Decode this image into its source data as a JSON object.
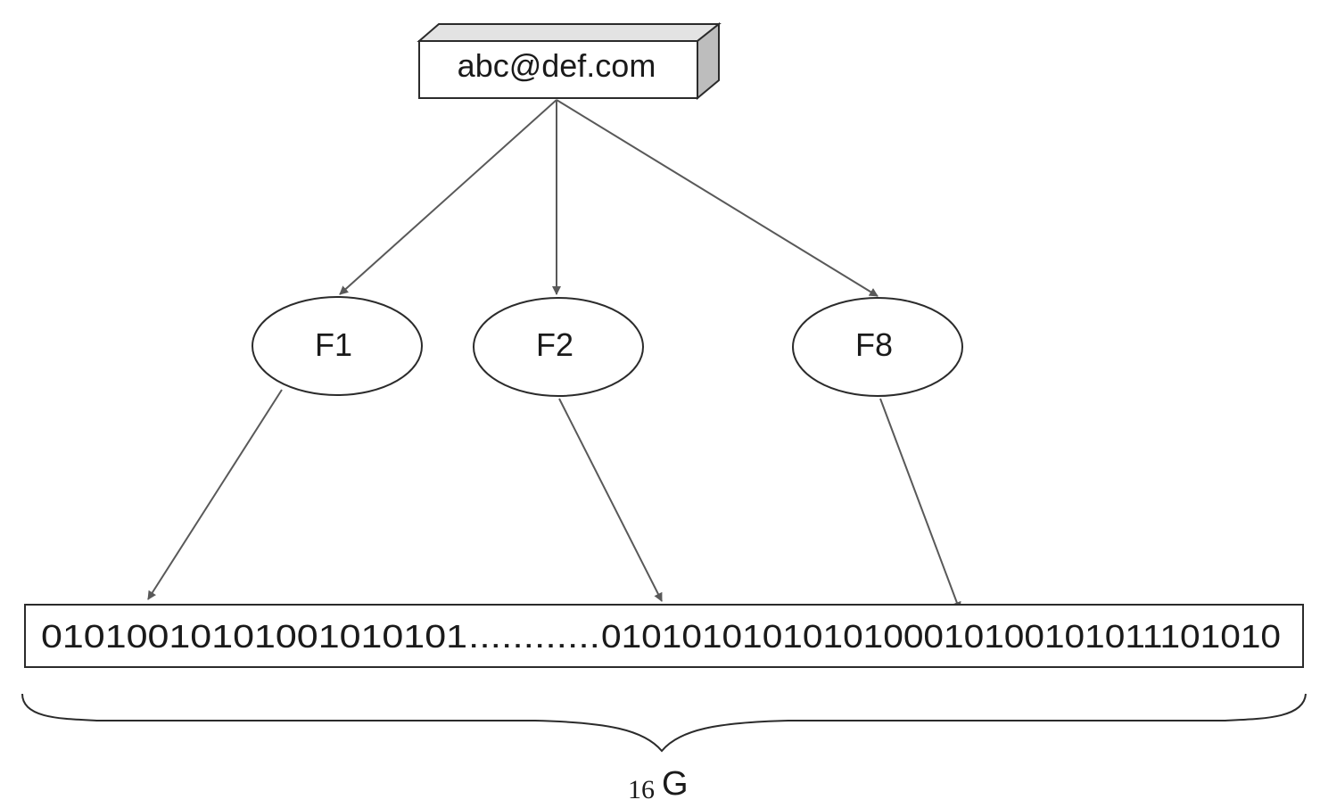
{
  "source_node": {
    "label": "abc@def.com"
  },
  "hash_functions": [
    {
      "label": "F1"
    },
    {
      "label": "F2"
    },
    {
      "label": "F8"
    }
  ],
  "bit_array": {
    "left_bits": "01010010101001010101",
    "ellipsis": "............",
    "right_bits": "0101010101010100010100101011101010"
  },
  "size_label": {
    "digits": "16",
    "unit": "G"
  },
  "colors": {
    "line": "#595959",
    "box_border": "#2b2b2b",
    "box_side": "#bdbdbd",
    "box_top": "#e3e3e3"
  }
}
